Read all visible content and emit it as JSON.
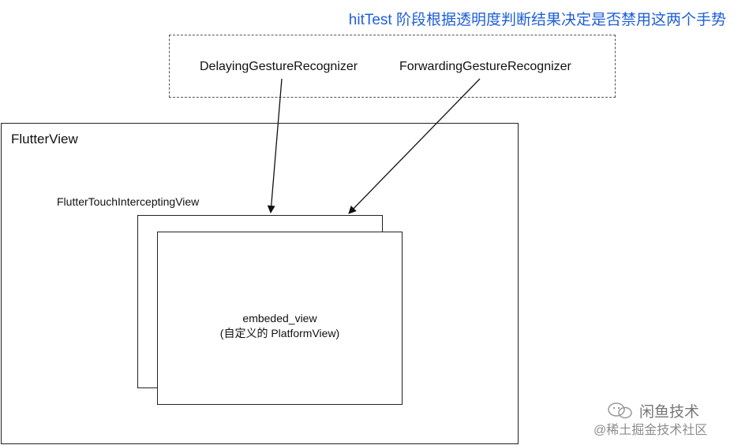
{
  "note": "hitTest 阶段根据透明度判断结果决定是否禁用这两个手势",
  "gestures": {
    "delaying": "DelayingGestureRecognizer",
    "forwarding": "ForwardingGestureRecognizer"
  },
  "flutter_view": {
    "label": "FlutterView"
  },
  "intercepting_view": {
    "label": "FlutterTouchInterceptingView"
  },
  "embedded_view": {
    "line1": "embeded_view",
    "line2": "(自定义的 PlatformView)"
  },
  "watermark": {
    "top": "闲鱼技术",
    "bottom": "@稀土掘金技术社区",
    "icon": "wechat-icon"
  },
  "colors": {
    "note": "#1f5fd6",
    "lines": "#222222",
    "watermark": "#8a8a8a"
  }
}
